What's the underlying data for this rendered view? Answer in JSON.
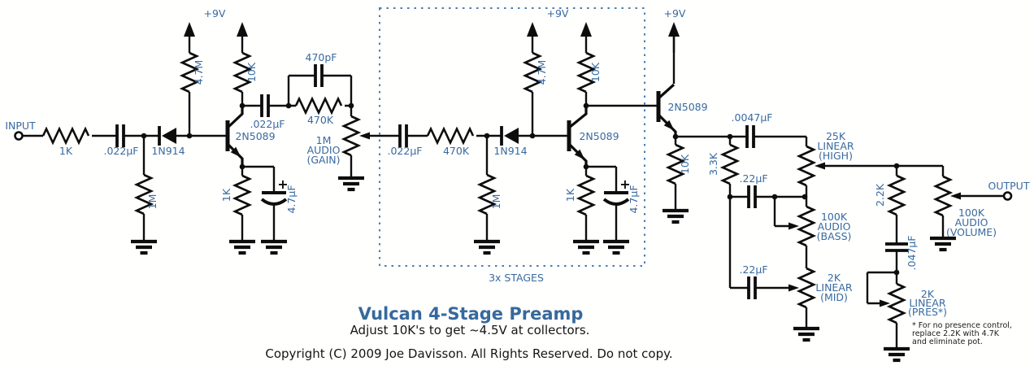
{
  "io": {
    "input_label": "INPUT",
    "output_label": "OUTPUT"
  },
  "power": {
    "rail_label": "+9V"
  },
  "input_network": {
    "r_series": "1K",
    "c_coupling": ".022µF",
    "r_pulldown": "1M",
    "diode": "1N914"
  },
  "stage1": {
    "r_bias": "4.7M",
    "r_collector": "10K",
    "transistor": "2N5089",
    "c_out": ".022µF",
    "c_feedback": "470pF",
    "r_feedback": "470K",
    "pot_gain": {
      "value": "1M",
      "taper": "AUDIO",
      "func": "(GAIN)"
    },
    "r_emitter": "1K",
    "c_bypass": "4.7µF",
    "polarity": "+"
  },
  "stage2": {
    "c_in": ".022µF",
    "r_series": "470K",
    "diode": "1N914",
    "r_pulldown": "1M",
    "r_bias": "4.7M",
    "r_collector": "10K",
    "transistor": "2N5089",
    "r_emitter": "1K",
    "c_bypass": "4.7µF",
    "polarity": "+",
    "box_label": "3x STAGES"
  },
  "follower": {
    "transistor": "2N5089",
    "r_emitter": "10K"
  },
  "tone": {
    "c_treble": ".0047µF",
    "r_slope": "3.3K",
    "pot_high": {
      "value": "25K",
      "taper": "LINEAR",
      "func": "(HIGH)"
    },
    "c_bass": ".22µF",
    "pot_bass": {
      "value": "100K",
      "taper": "AUDIO",
      "func": "(BASS)"
    },
    "c_mid": ".22µF",
    "pot_mid": {
      "value": "2K",
      "taper": "LINEAR",
      "func": "(MID)"
    }
  },
  "presence": {
    "r_feed": "2.2K",
    "c_cap": ".047µF",
    "pot_pres": {
      "value": "2K",
      "taper": "LINEAR",
      "func": "(PRES*)"
    },
    "note_line1": "* For no presence control,",
    "note_line2": "replace 2.2K with 4.7K",
    "note_line3": "and eliminate pot."
  },
  "volume": {
    "pot_volume": {
      "value": "100K",
      "taper": "AUDIO",
      "func": "(VOLUME)"
    }
  },
  "footer": {
    "title": "Vulcan 4-Stage Preamp",
    "subtitle": "Adjust 10K's to get ~4.5V at collectors.",
    "copyright": "Copyright (C) 2009 Joe Davisson. All Rights Reserved. Do not copy."
  },
  "colors": {
    "label_blue": "#386a9f",
    "wire_black": "#0d0d0d",
    "box_blue": "#4a7eae"
  }
}
